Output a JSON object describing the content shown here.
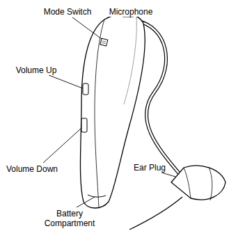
{
  "diagram": {
    "labels": [
      "Mode Switch",
      "Microphone",
      "Volume Up",
      "Volume Down",
      "Battery Compartment",
      "Ear Plug"
    ]
  }
}
